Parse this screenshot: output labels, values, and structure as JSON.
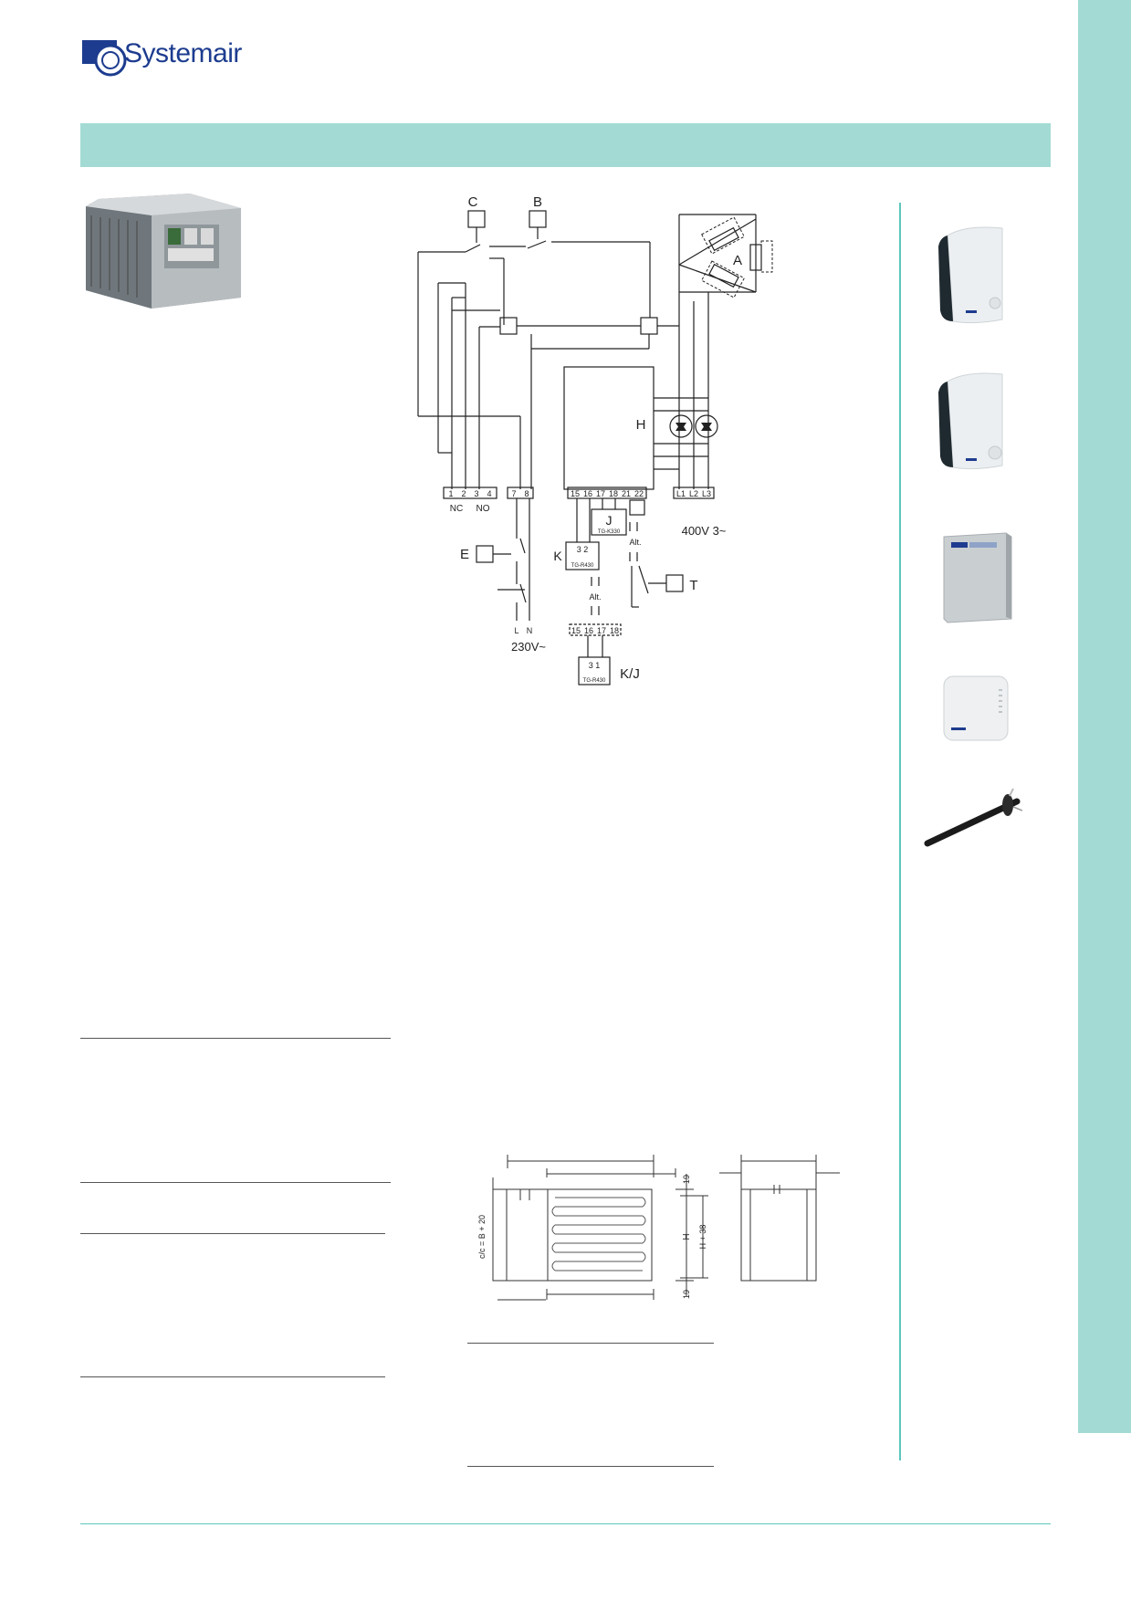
{
  "brand": {
    "name": "Systemair",
    "color": "#1d3c8f"
  },
  "accent_color": "#a3dbd4",
  "wiring": {
    "labels": {
      "A": "A",
      "B": "B",
      "C": "C",
      "E": "E",
      "H": "H",
      "J": "J",
      "K": "K",
      "T": "T",
      "KJ": "K/J"
    },
    "terminals_left": [
      "1",
      "2",
      "3",
      "4"
    ],
    "terminals_mid": [
      "7",
      "8"
    ],
    "terminals_ctrl": [
      "15",
      "16",
      "17",
      "18",
      "21",
      "22"
    ],
    "terminals_power": [
      "L1",
      "L2",
      "L3"
    ],
    "terminals_alt": [
      "15",
      "16",
      "17",
      "18"
    ],
    "nc": "NC",
    "no": "NO",
    "supply_400": "400V 3~",
    "supply_230": "230V~",
    "l": "L",
    "n": "N",
    "alt": "Alt.",
    "tgk330": "TG-K330",
    "tgr430": "TG-R430",
    "pins_k": "3   2",
    "pins_kj": "3   1"
  },
  "dimensions": {
    "cc": "c/c = B + 20",
    "h": "H",
    "h38": "H + 38",
    "d19a": "19",
    "d19b": "19"
  }
}
